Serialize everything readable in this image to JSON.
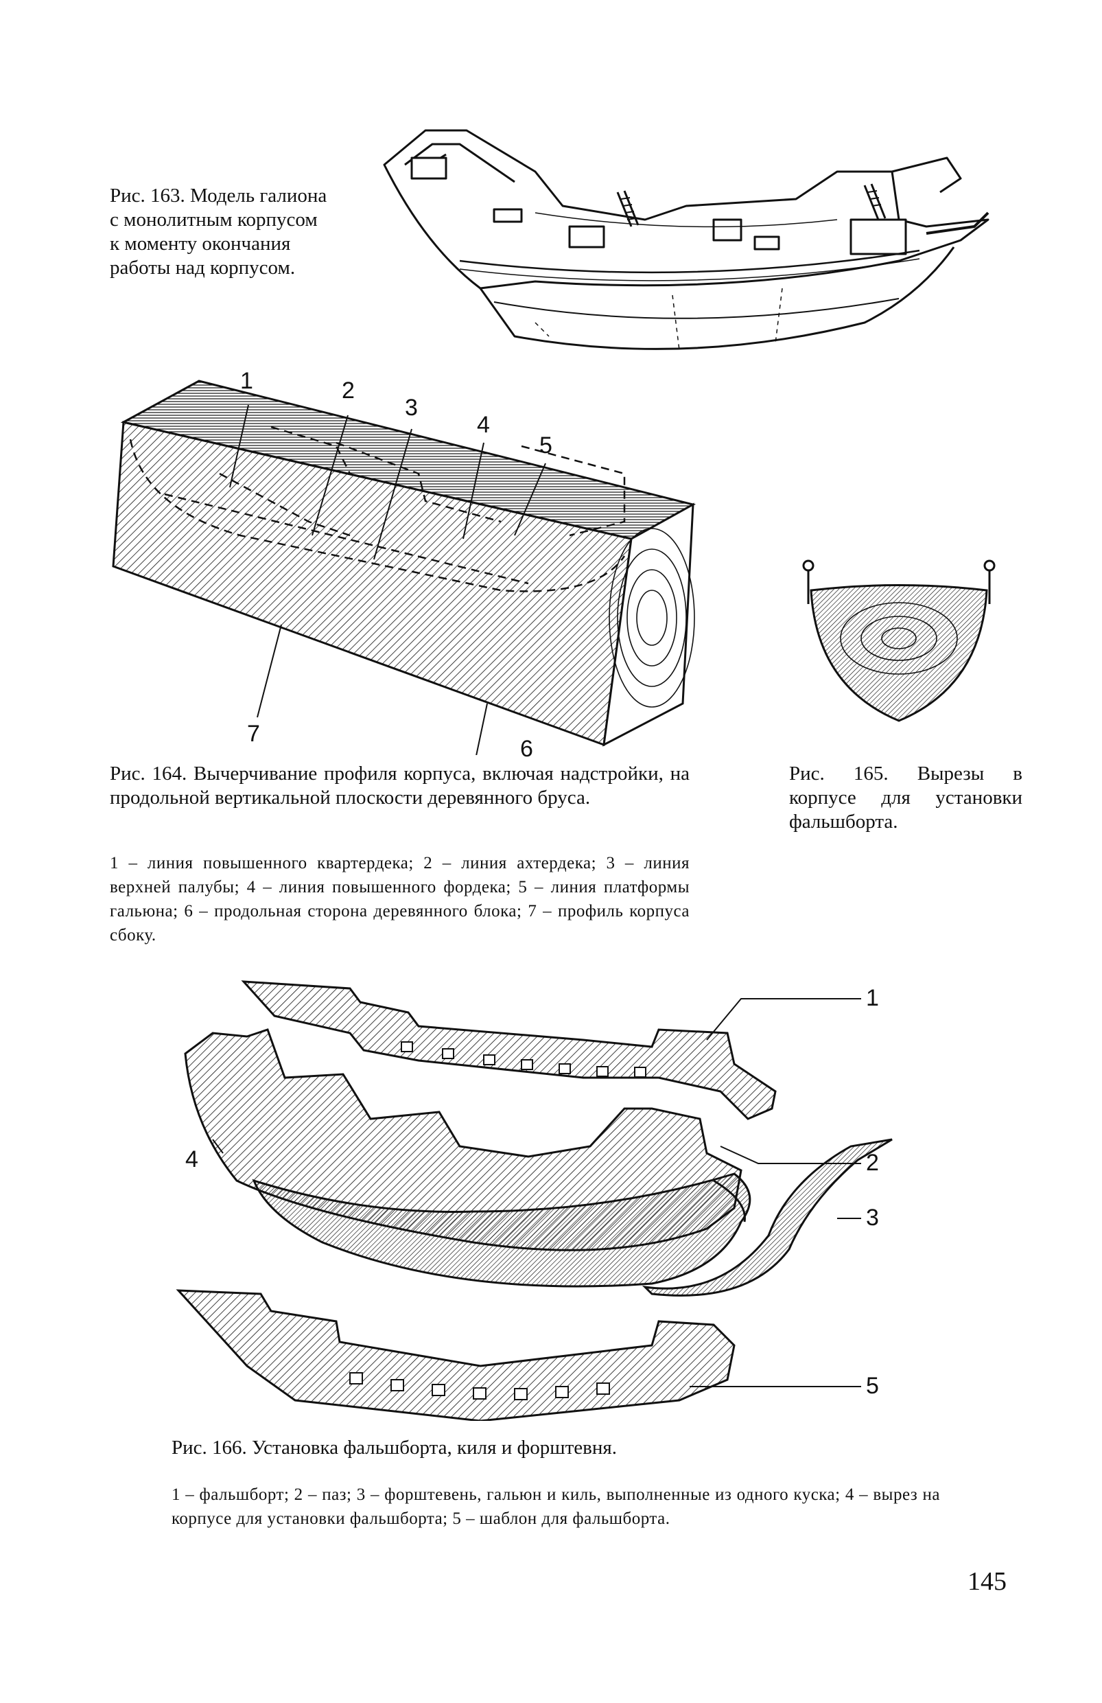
{
  "page_number": "145",
  "fig163": {
    "caption": "Рис. 163. Модель галиона с монолитным корпусом к моменту окончания работы над корпусом."
  },
  "fig164": {
    "caption": "Рис. 164. Вычерчивание профиля корпуса, включая надстройки, на продольной вертикальной плоскости деревянного бруса.",
    "legend": "1 – линия повышенного квартердека; 2 – линия ахтердека; 3 – линия верхней палубы; 4 – линия повышенного фордека; 5 – линия платформы гальюна; 6 – продольная сторона деревянного блока; 7 – профиль корпуса сбоку.",
    "callouts": [
      "1",
      "2",
      "3",
      "4",
      "5",
      "6",
      "7"
    ]
  },
  "fig165": {
    "caption": "Рис. 165. Вырезы в корпусе для установки фальшборта."
  },
  "fig166": {
    "caption": "Рис. 166. Установка фальшборта, киля и форштевня.",
    "legend": "1 – фальшборт; 2 – паз; 3 – форштевень, гальюн и киль, выполненные из одного куска; 4 – вырез на корпусе для установки фальшборта; 5 – шаблон для фальшборта.",
    "callouts": [
      "1",
      "2",
      "3",
      "4",
      "5"
    ]
  }
}
